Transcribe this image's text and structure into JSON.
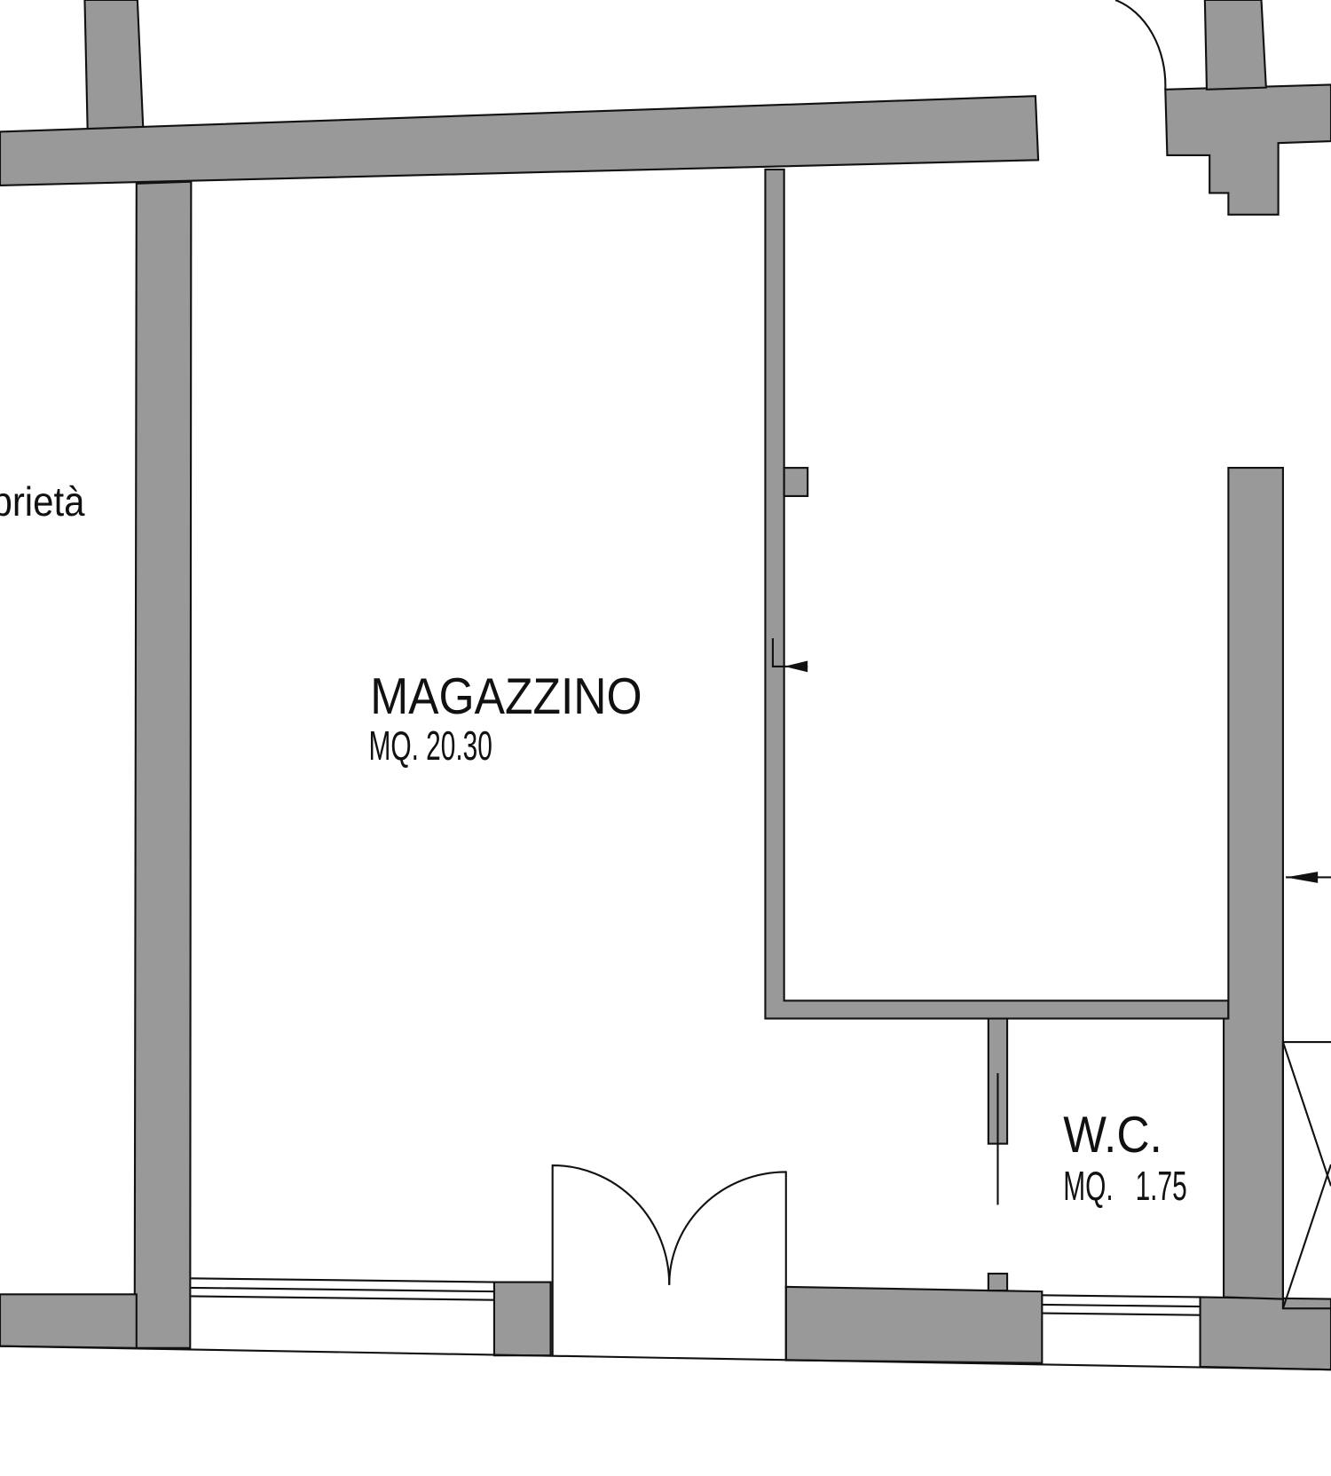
{
  "rooms": [
    {
      "name": "MAGAZZINO",
      "area": "MQ. 20.30"
    },
    {
      "name": "W.C.",
      "area": "MQ.   1.75"
    }
  ],
  "partial_label": "prietà",
  "colors": {
    "wall_fill": "#999999",
    "line": "#111111",
    "background": "#ffffff"
  }
}
